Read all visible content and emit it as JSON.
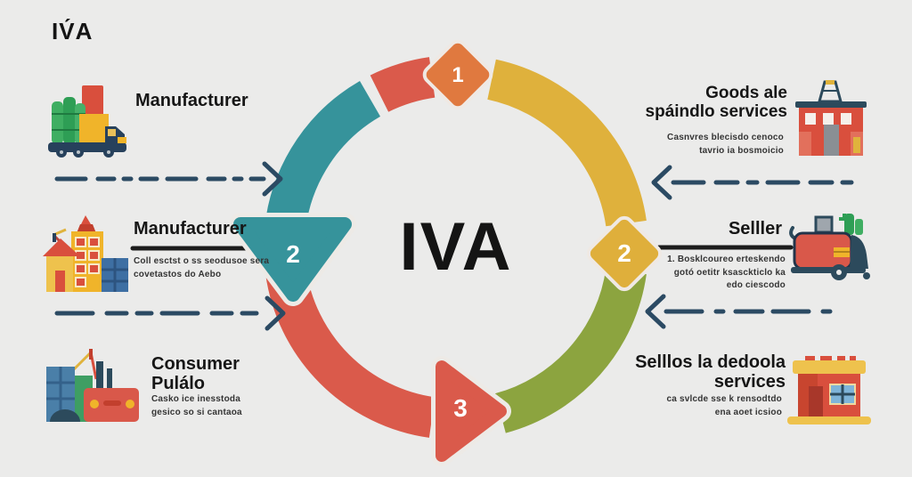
{
  "title": "IV́A",
  "center_label": "IVA",
  "steps": {
    "one": "1",
    "two_diamond": "2",
    "two_arrow": "2",
    "three": "3"
  },
  "left_items": [
    {
      "label": "Manufacturer",
      "sub": ""
    },
    {
      "label": "Manufacturer",
      "sub": "Coll esctst o ss seodusoe sera covetastos do Aebo"
    },
    {
      "label": "Consumer Pulálo",
      "sub": "Casko ice inesstoda gesico so si cantaoa"
    }
  ],
  "right_items": [
    {
      "label": "Goods ale spáindlo services",
      "sub": "Casnvres blecisdo cenoco tavrio ia bosmoicio"
    },
    {
      "label": "Selller",
      "sub": "1. Bosklcoureo erteskendo gotó oetitr ksasckticlo ka edo ciescodo"
    },
    {
      "label": "Selllos la dedoola services",
      "sub": "ca svlcde sse k rensodtdo ena aoet icsioo"
    }
  ],
  "icons": {
    "left": [
      "cargo-truck-icon",
      "factory-buildings-icon",
      "industrial-plant-icon"
    ],
    "right": [
      "factory-derrick-icon",
      "delivery-vehicle-icon",
      "storefront-icon"
    ]
  },
  "colors": {
    "background": "#ebebea",
    "teal": "#36939b",
    "yellow": "#dfb13c",
    "green": "#8ca43f",
    "red": "#da5a4b",
    "orange": "#e0793f",
    "navy_arrow": "#2b4a63",
    "text": "#1b1b1b"
  }
}
